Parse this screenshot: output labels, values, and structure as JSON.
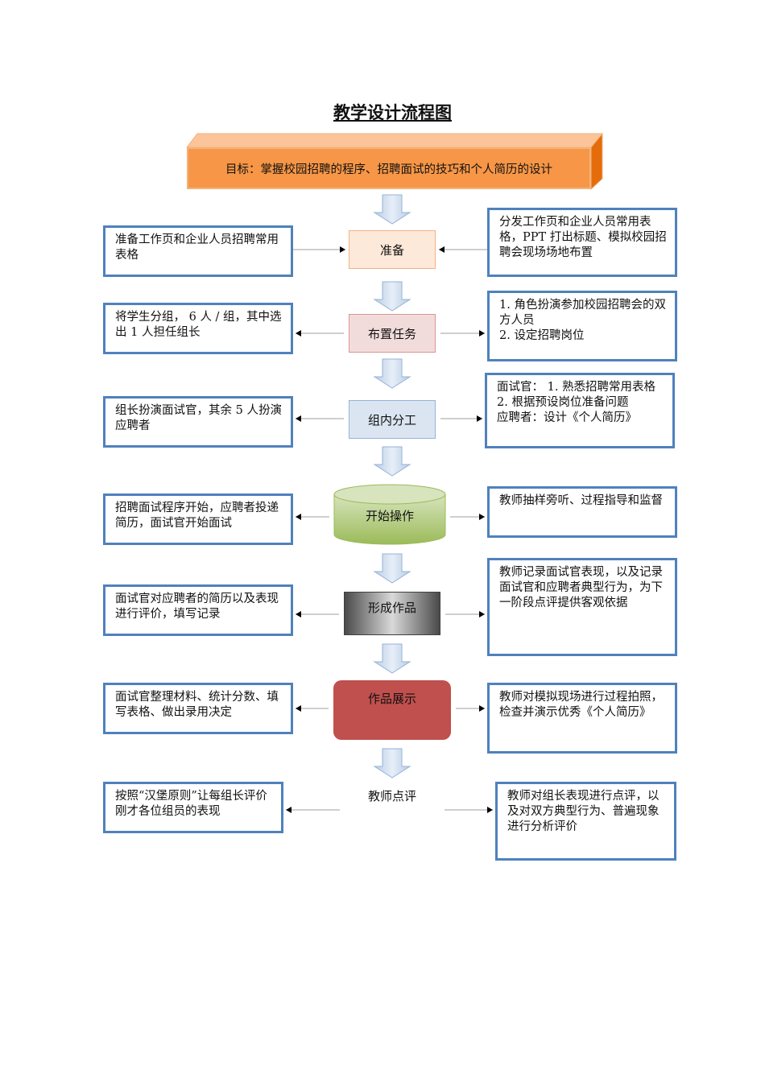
{
  "title": "教学设计流程图",
  "goal": "目标：掌握校园招聘的程序、招聘面试的技巧和个人简历的设计",
  "steps": [
    {
      "center": "准备",
      "left": "准备工作页和企业人员招聘常用表格",
      "right": "分发工作页和企业人员常用表格，PPT 打出标题、模拟校园招聘会现场场地布置"
    },
    {
      "center": "布置任务",
      "left": "将学生分组， 6 人 / 组，其中选出 1 人担任组长",
      "right": "1. 角色扮演参加校园招聘会的双方人员\n2. 设定招聘岗位"
    },
    {
      "center": "组内分工",
      "left": "组长扮演面试官，其余 5 人扮演应聘者",
      "right": "面试官： 1. 熟悉招聘常用表格\n2. 根据预设岗位准备问题\n应聘者：设计《个人简历》"
    },
    {
      "center": "开始操作",
      "left": "招聘面试程序开始，应聘者投递简历，面试官开始面试",
      "right": "教师抽样旁听、过程指导和监督"
    },
    {
      "center": "形成作品",
      "left": "面试官对应聘者的简历以及表现进行评价，填写记录",
      "right": "教师记录面试官表现，以及记录面试官和应聘者典型行为，为下一阶段点评提供客观依据"
    },
    {
      "center": "作品展示",
      "left": "面试官整理材料、统计分数、填写表格、做出录用决定",
      "right": "教师对模拟现场进行过程拍照，检查并演示优秀《个人简历》"
    },
    {
      "center": "教师点评",
      "left": "按照“汉堡原则”让每组长评价刚才各位组员的表现",
      "right": "教师对组长表现进行点评，以及对双方典型行为、普遍现象进行分析评价"
    }
  ],
  "colors": {
    "box_border": "#4f81bd",
    "goal_fill": "#f79646",
    "cylinder_fill": "#9bbb59",
    "showcase_fill": "#c0504d"
  }
}
